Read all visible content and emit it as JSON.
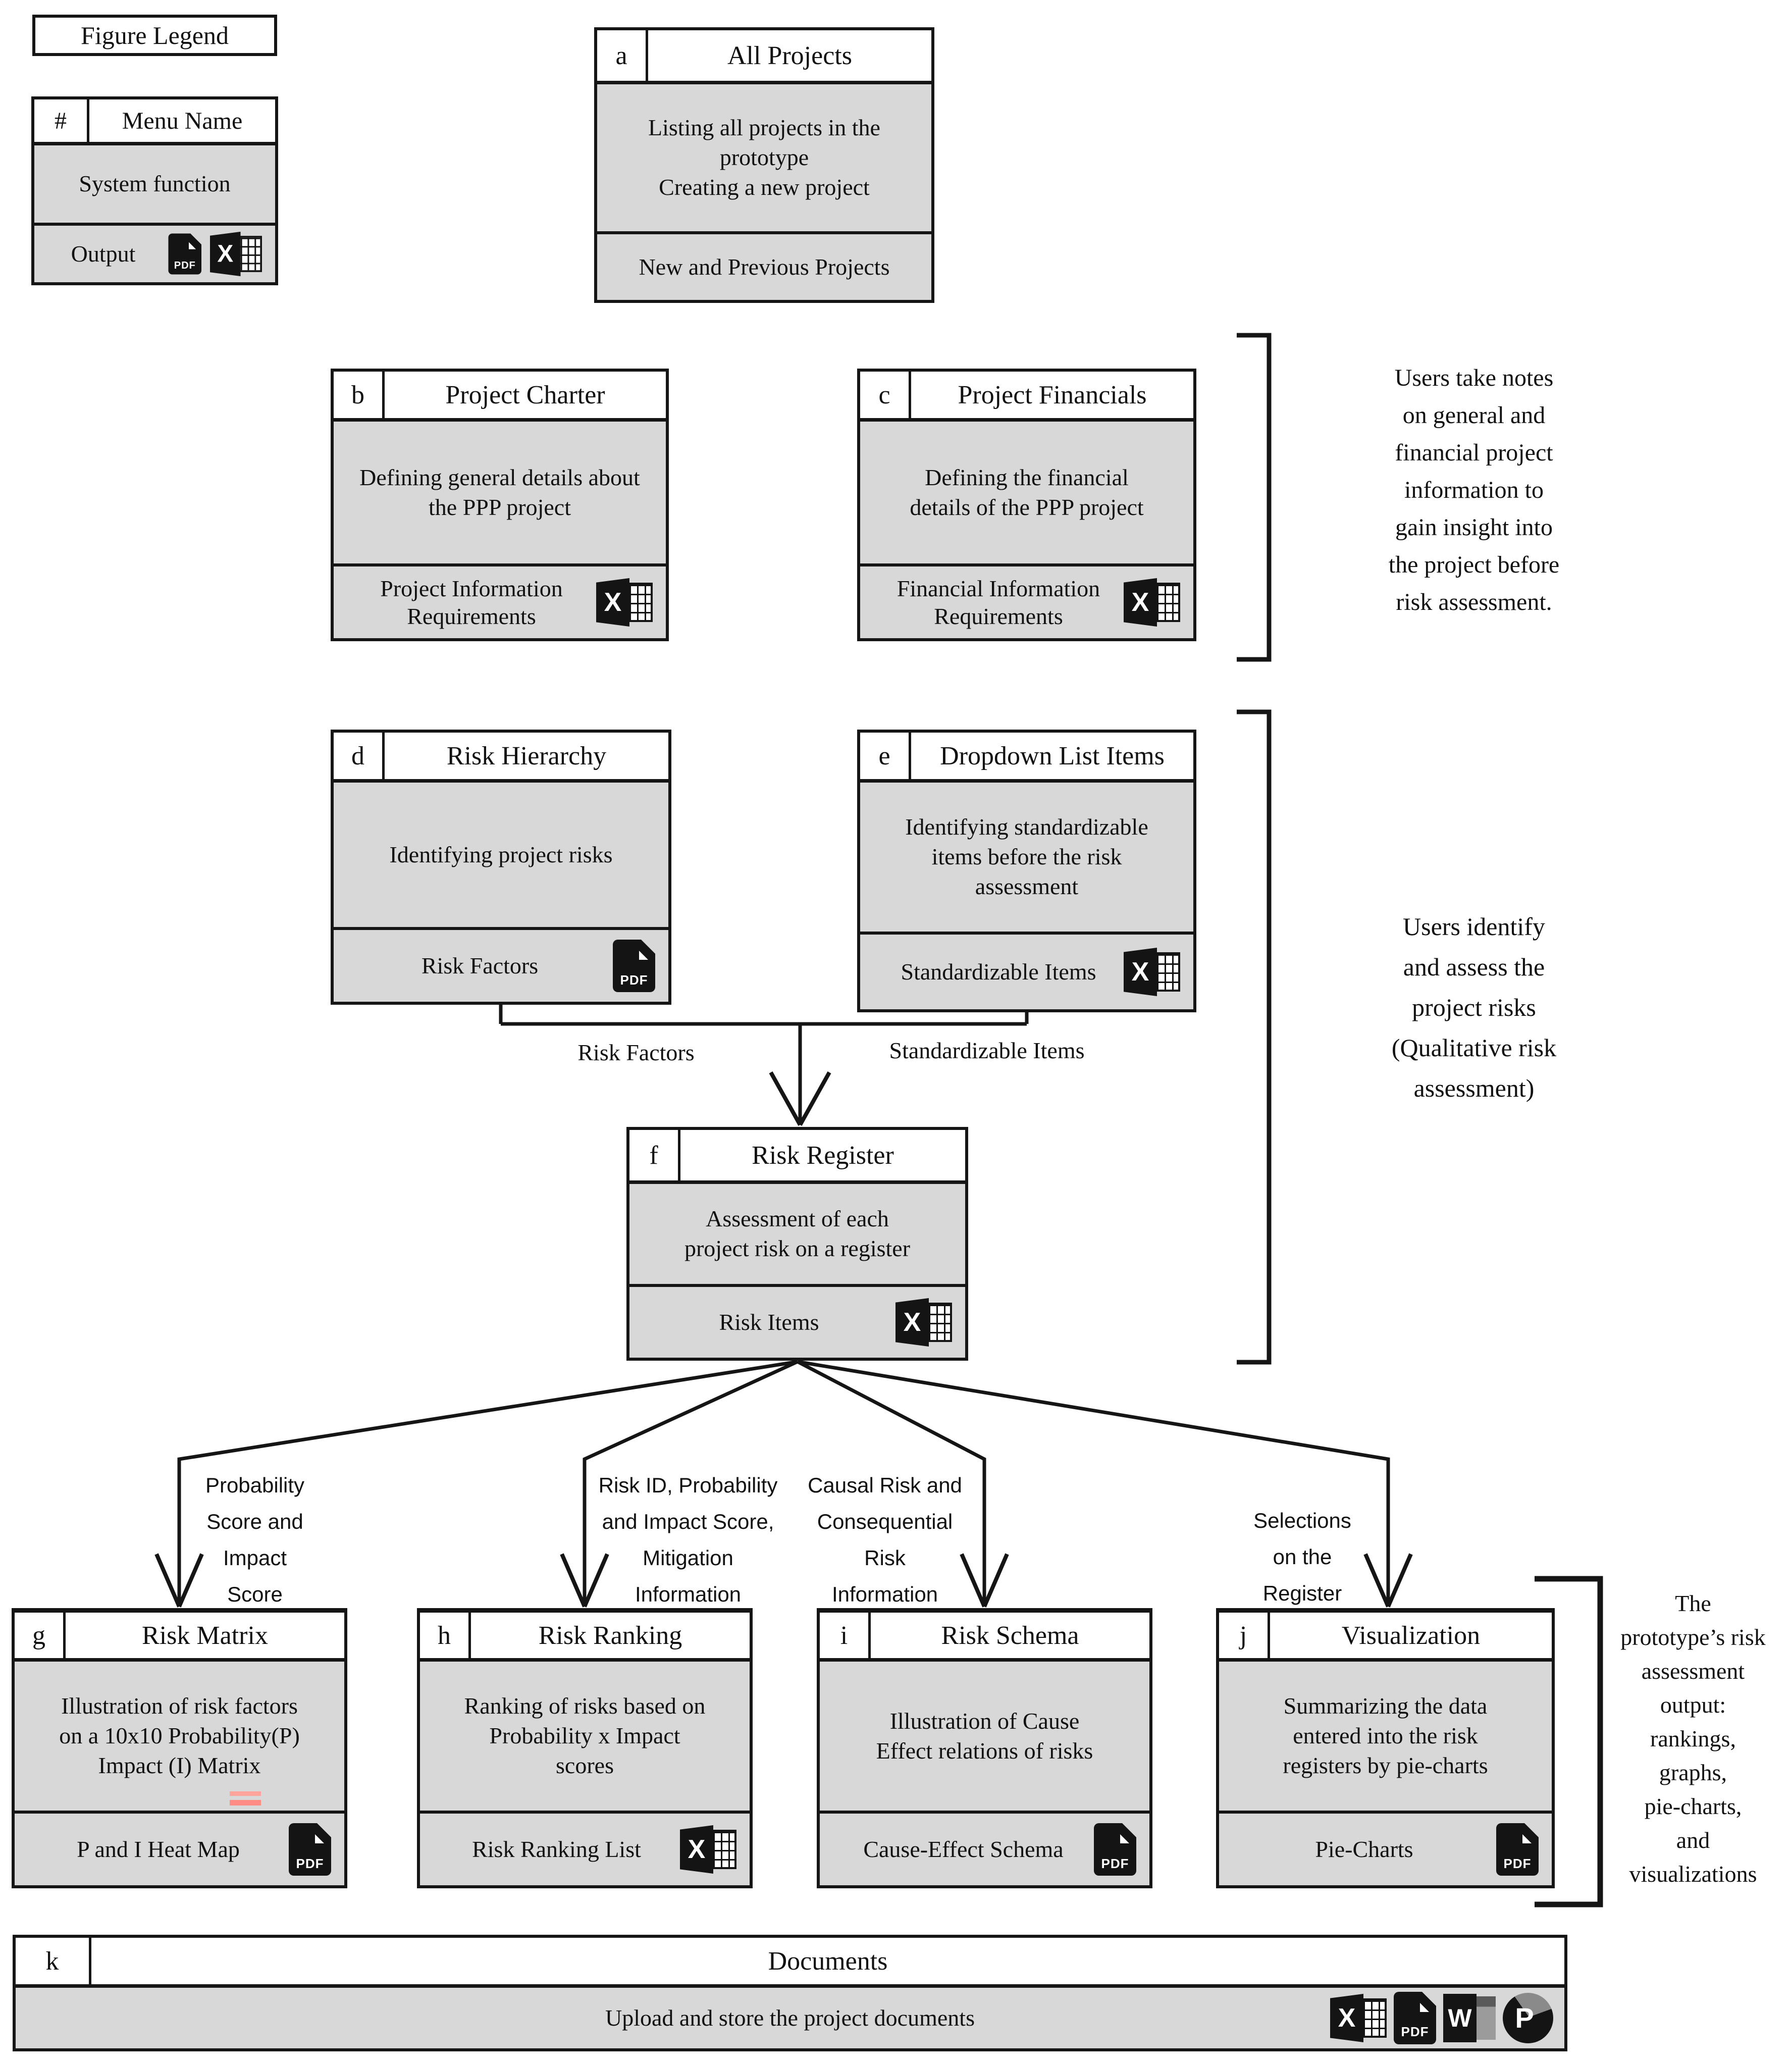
{
  "colors": {
    "box_fill": "#d8d8d8",
    "header_fill": "#ffffff",
    "line": "#151515",
    "red_artifact": "#ff9a90"
  },
  "legend": {
    "title": "Figure Legend",
    "sample": {
      "letter": "#",
      "title": "Menu Name",
      "function": "System function",
      "output": "Output",
      "icons": [
        "pdf-icon",
        "excel-icon"
      ]
    }
  },
  "menus": [
    {
      "letter": "a",
      "title": "All Projects",
      "function": "Listing all projects in the\nprototype\nCreating a new project",
      "output": "New and Previous Projects",
      "icons": []
    },
    {
      "letter": "b",
      "title": "Project Charter",
      "function": "Defining general details about\nthe PPP project",
      "output": "Project Information\nRequirements",
      "icons": [
        "excel-icon"
      ]
    },
    {
      "letter": "c",
      "title": "Project Financials",
      "function": "Defining the financial\ndetails of the PPP project",
      "output": "Financial Information\nRequirements",
      "icons": [
        "excel-icon"
      ]
    },
    {
      "letter": "d",
      "title": "Risk Hierarchy",
      "function": "Identifying project risks",
      "output": "Risk Factors",
      "icons": [
        "pdf-icon"
      ]
    },
    {
      "letter": "e",
      "title": "Dropdown List Items",
      "function": "Identifying standardizable\nitems before the risk\nassessment",
      "output": "Standardizable Items",
      "icons": [
        "excel-icon"
      ]
    },
    {
      "letter": "f",
      "title": "Risk Register",
      "function": "Assessment of each\nproject risk on a register",
      "output": "Risk Items",
      "icons": [
        "excel-icon"
      ]
    },
    {
      "letter": "g",
      "title": "Risk Matrix",
      "function": "Illustration of risk factors\non a 10x10  Probability(P)\nImpact (I) Matrix",
      "output": "P and I  Heat Map",
      "icons": [
        "pdf-icon"
      ]
    },
    {
      "letter": "h",
      "title": "Risk Ranking",
      "function": "Ranking of risks based on\nProbability x Impact\nscores",
      "output": "Risk Ranking List",
      "icons": [
        "excel-icon"
      ]
    },
    {
      "letter": "i",
      "title": "Risk Schema",
      "function": "Illustration of Cause\nEffect relations of risks",
      "output": "Cause-Effect Schema",
      "icons": [
        "pdf-icon"
      ]
    },
    {
      "letter": "j",
      "title": "Visualization",
      "function": "Summarizing the data\nentered into the risk\nregisters by pie-charts",
      "output": "Pie-Charts",
      "icons": [
        "pdf-icon"
      ]
    },
    {
      "letter": "k",
      "title": "Documents",
      "function": "Upload and store the project documents",
      "output": "",
      "icons": [
        "excel-icon",
        "pdf-icon",
        "word-icon",
        "powerpoint-icon"
      ]
    }
  ],
  "connector_labels": {
    "left": "Risk Factors",
    "right": "Standardizable Items"
  },
  "flow_labels": [
    {
      "text": "Probability\nScore and\nImpact\nScore"
    },
    {
      "text": "Risk ID, Probability\nand Impact Score,\nMitigation\nInformation"
    },
    {
      "text": "Causal Risk and\nConsequential\nRisk\nInformation"
    },
    {
      "text": "Selections\non the\nRegister"
    }
  ],
  "notes": [
    {
      "text": "Users take notes\non general and\nfinancial project\ninformation to\ngain insight into\nthe project before\nrisk assessment."
    },
    {
      "text": "Users identify\nand assess the\nproject risks\n(Qualitative risk\nassessment)"
    },
    {
      "text": "The\nprototype’s risk\nassessment\noutput:\nrankings,\ngraphs,\npie-charts,\nand\nvisualizations"
    }
  ]
}
